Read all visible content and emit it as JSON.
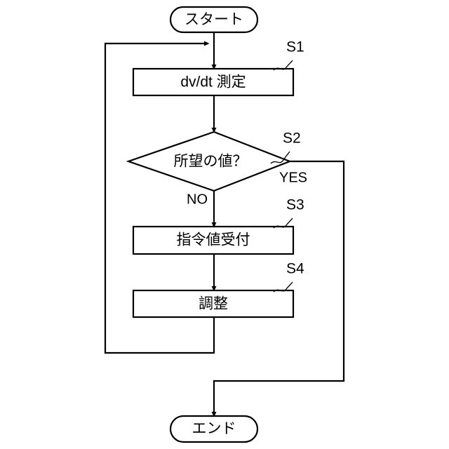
{
  "diagram": {
    "type": "flowchart",
    "title": "",
    "background_color": "#ffffff",
    "line_color": "#000000",
    "nodes": {
      "start": {
        "label": "スタート",
        "shape": "terminator"
      },
      "s1": {
        "label": "dv/dt 測定",
        "shape": "process",
        "step": "S1"
      },
      "s2": {
        "label": "所望の値？",
        "shape": "decision",
        "step": "S2"
      },
      "s3": {
        "label": "指令値受付",
        "shape": "process",
        "step": "S3"
      },
      "s4": {
        "label": "調整",
        "shape": "process",
        "step": "S4"
      },
      "end": {
        "label": "エンド",
        "shape": "terminator"
      }
    },
    "branches": {
      "yes": "YES",
      "no": "NO"
    },
    "steps": {
      "s1": "S1",
      "s2": "S2",
      "s3": "S3",
      "s4": "S4"
    }
  }
}
